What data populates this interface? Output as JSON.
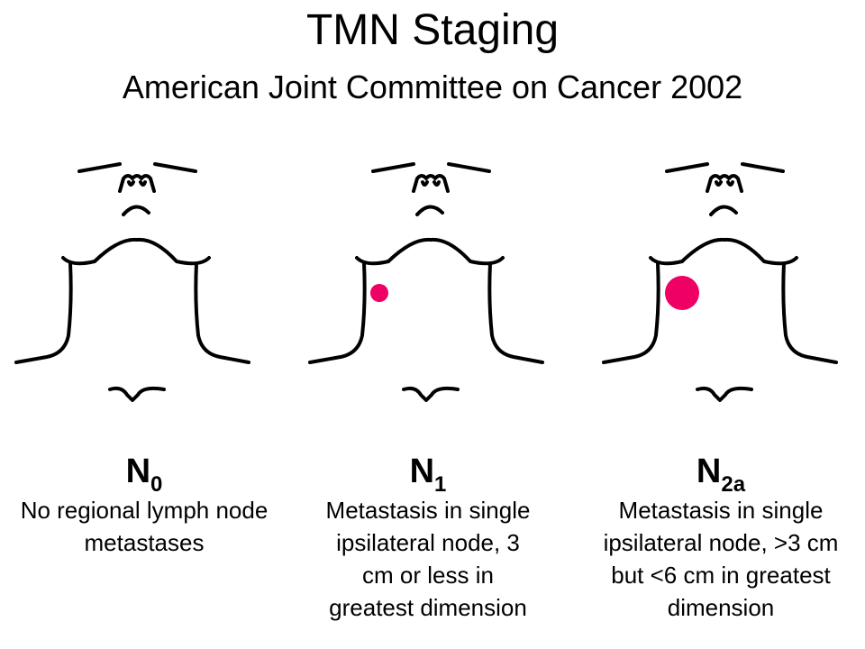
{
  "title": "TMN Staging",
  "subtitle": "American Joint Committee on Cancer 2002",
  "colors": {
    "lymph_node": "#ef0064",
    "line": "#000000"
  },
  "panels": [
    {
      "stage_letter": "N",
      "stage_sub": "0",
      "description": "No regional lymph node metastases",
      "node": "none"
    },
    {
      "stage_letter": "N",
      "stage_sub": "1",
      "description": "Metastasis in single ipsilateral node, 3 cm or less in greatest dimension",
      "node": "small"
    },
    {
      "stage_letter": "N",
      "stage_sub": "2a",
      "description": "Metastasis in single ipsilateral node, >3 cm but <6 cm in greatest dimension",
      "node": "large"
    }
  ]
}
